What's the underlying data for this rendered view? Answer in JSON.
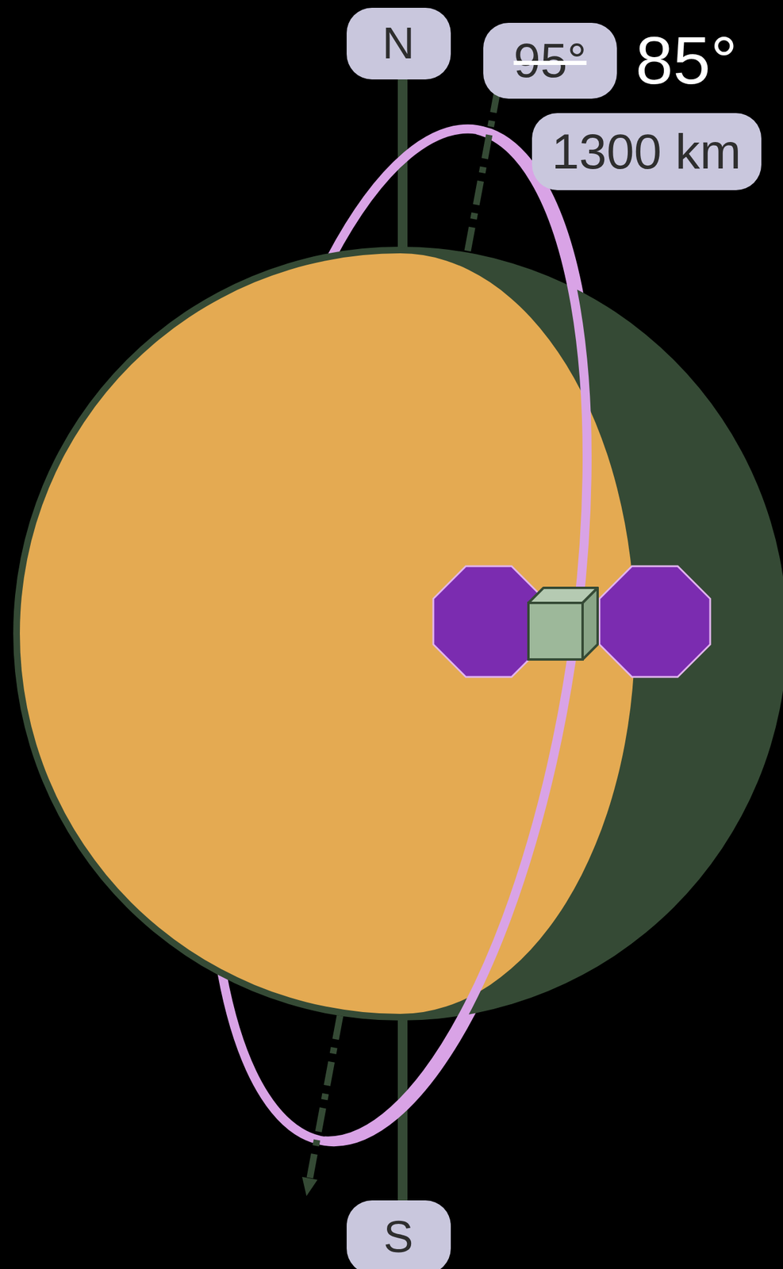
{
  "diagram": {
    "nodes": [
      {
        "text": [
          "N"
        ]
      },
      {
        "text": [
          "95°"
        ]
      },
      {
        "text": [
          "1300 km"
        ]
      },
      {
        "text": [
          "S"
        ]
      }
    ],
    "labels": [
      "85°"
    ]
  }
}
